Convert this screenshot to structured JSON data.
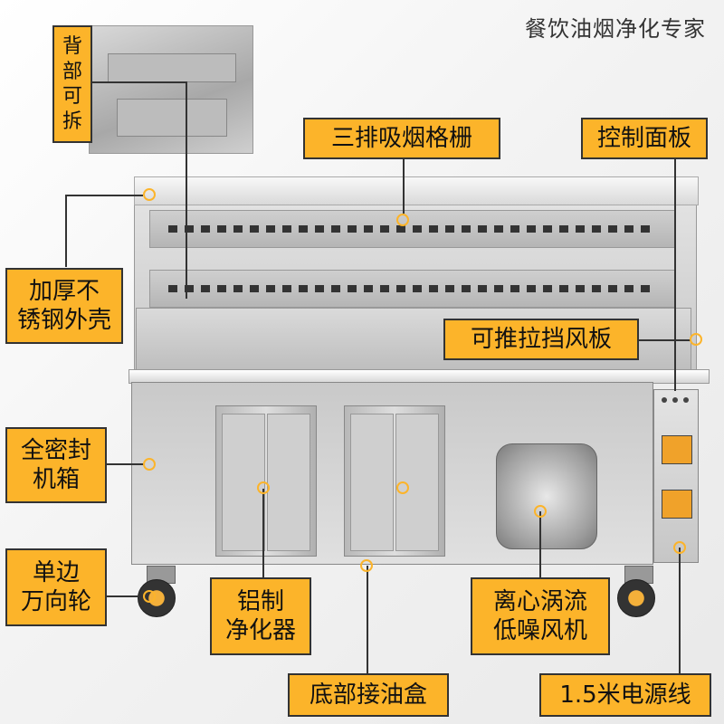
{
  "brand": "餐饮油烟净化专家",
  "accent_color": "#fcb42a",
  "labels": {
    "back_removable": "背\n部\n可\n拆",
    "grille": "三排吸烟格栅",
    "control_panel": "控制面板",
    "shell": "加厚不\n锈钢外壳",
    "baffle": "可推拉挡风板",
    "sealed_cabinet": "全密封\n机箱",
    "caster": "单边\n万向轮",
    "purifier": "铝制\n净化器",
    "fan": "离心涡流\n低噪风机",
    "oil_tray": "底部接油盒",
    "power_cord": "1.5米电源线"
  }
}
